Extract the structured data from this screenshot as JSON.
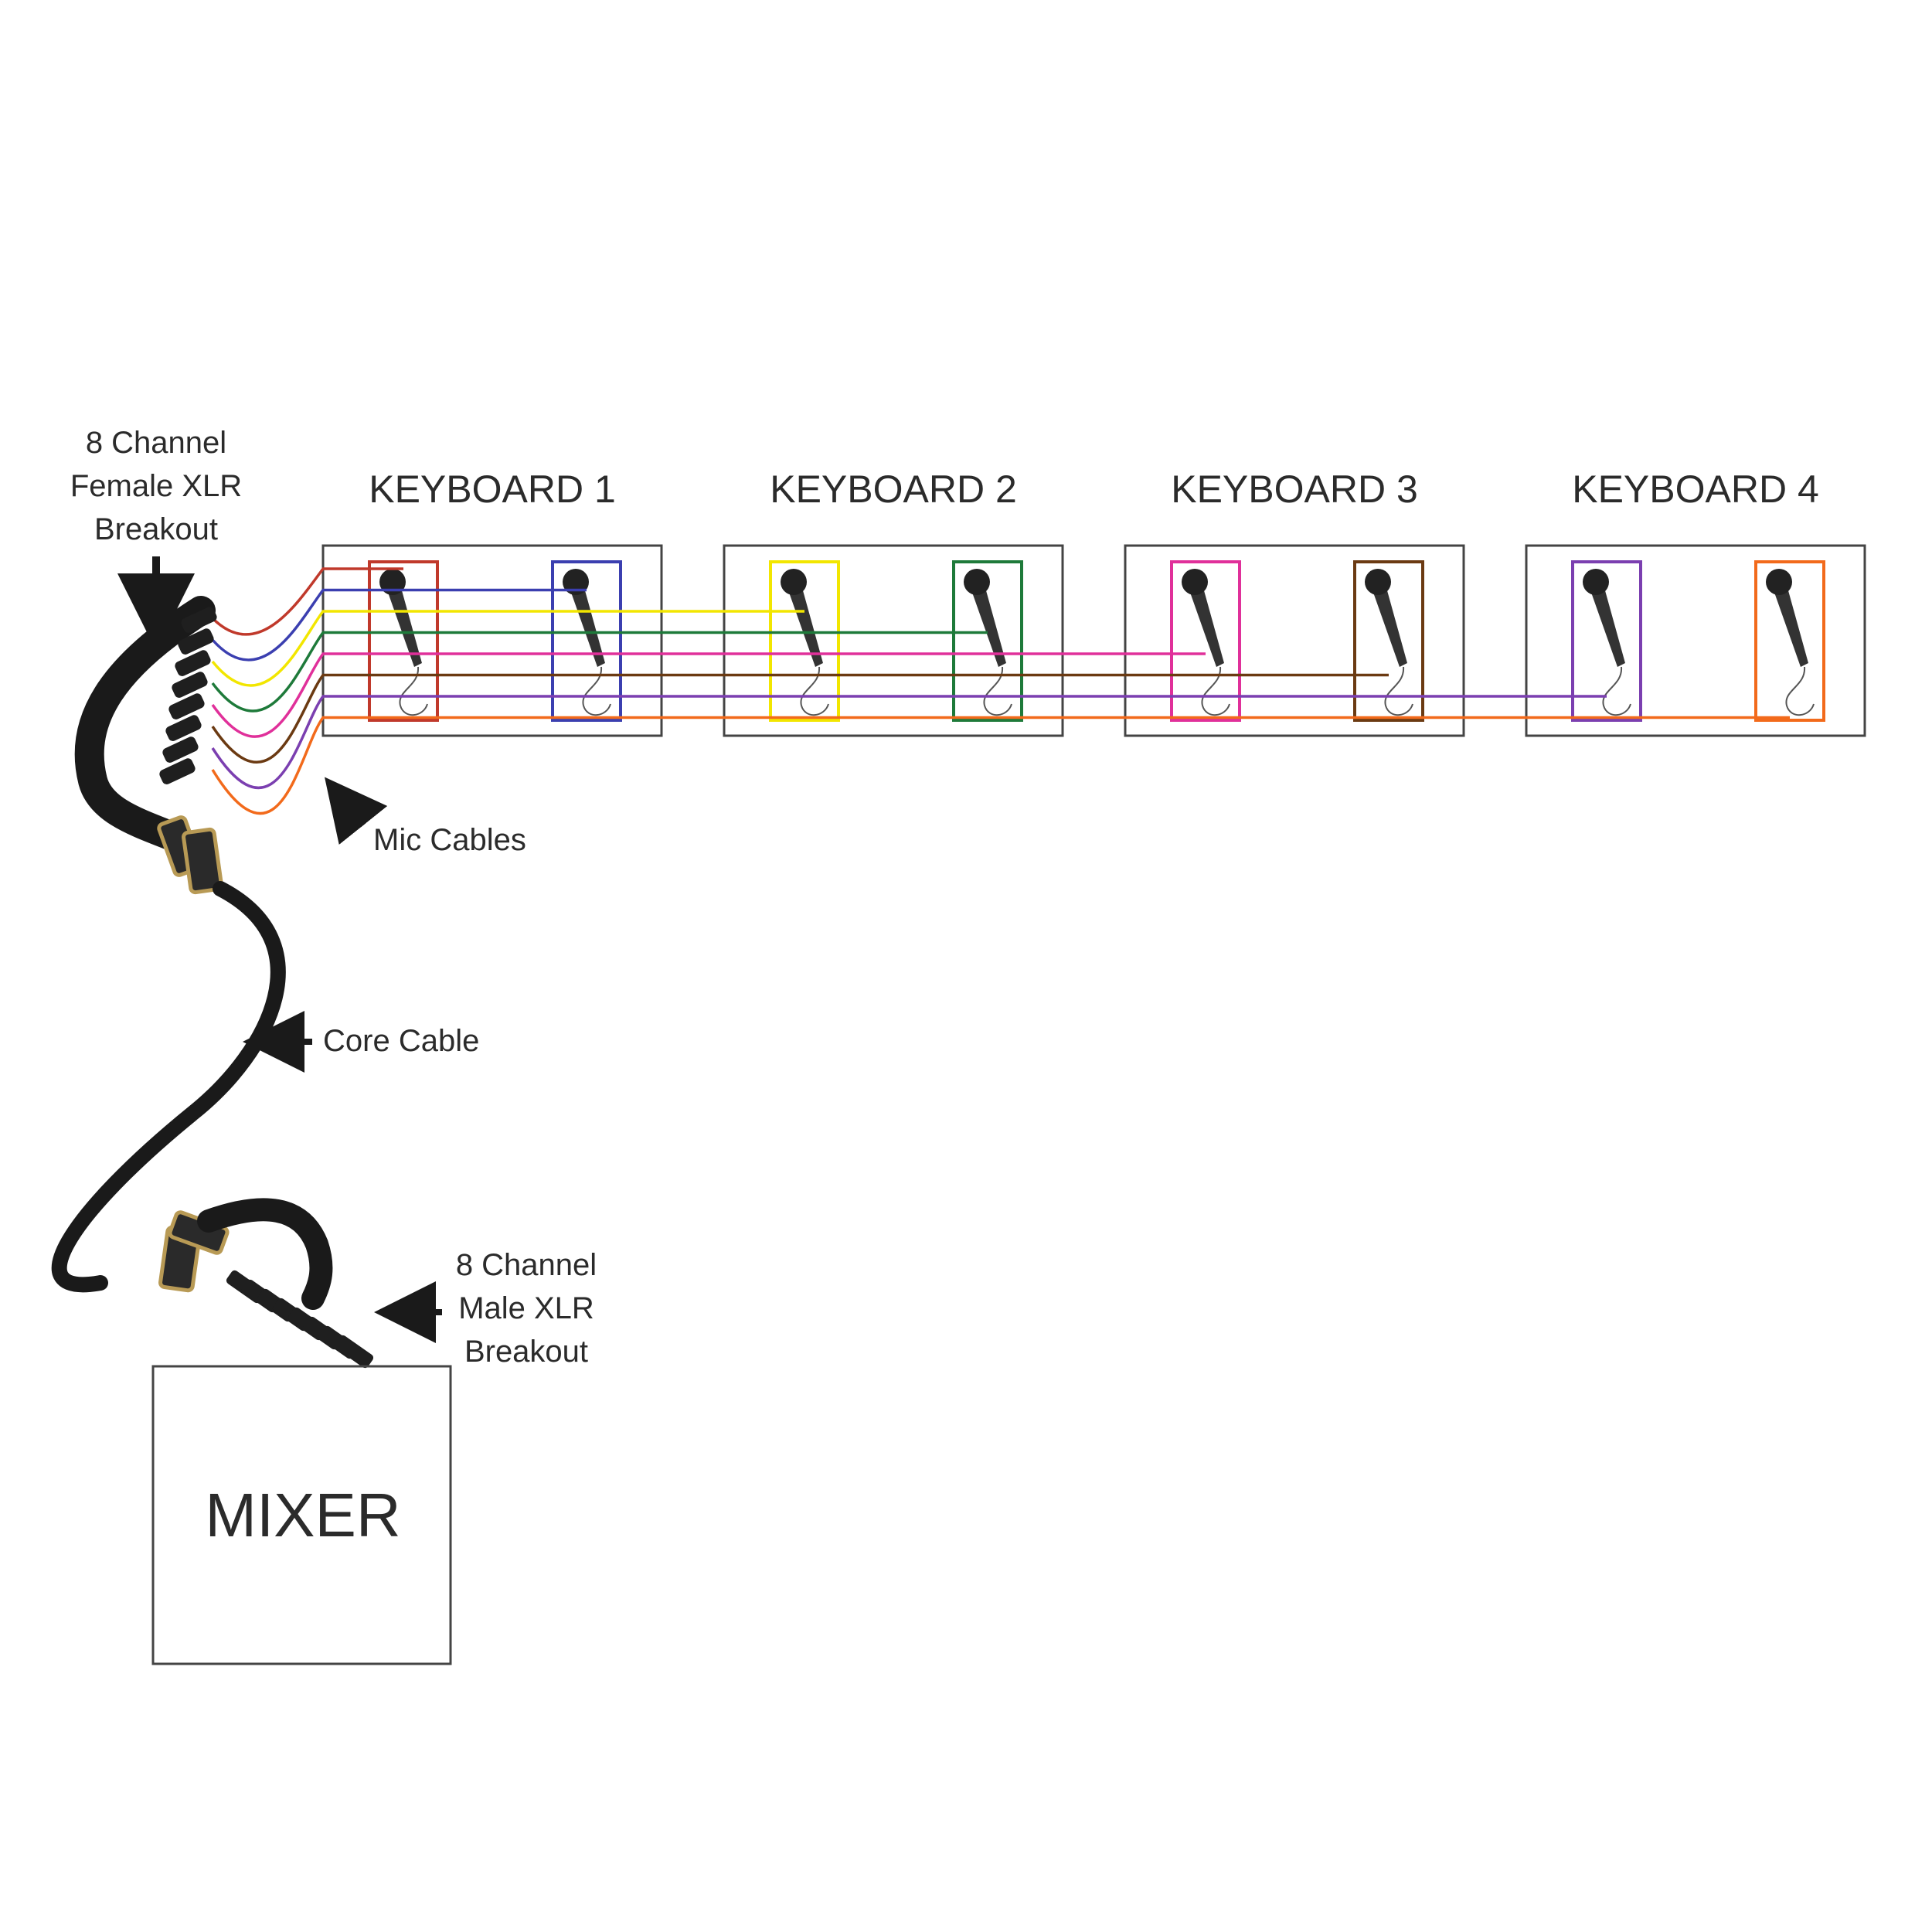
{
  "labels": {
    "female_breakout": [
      "8 Channel",
      "Female XLR",
      "Breakout"
    ],
    "male_breakout": [
      "8 Channel",
      "Male XLR",
      "Breakout"
    ],
    "mic_cables": "Mic Cables",
    "core_cable": "Core Cable",
    "mixer": "MIXER"
  },
  "keyboards": [
    {
      "title": "KEYBOARD 1"
    },
    {
      "title": "KEYBOARD 2"
    },
    {
      "title": "KEYBOARD 3"
    },
    {
      "title": "KEYBOARD 4"
    }
  ],
  "channels": [
    {
      "color": "#c0392b"
    },
    {
      "color": "#3b3fb0"
    },
    {
      "color": "#f2e600"
    },
    {
      "color": "#1e7a3a"
    },
    {
      "color": "#e0309a"
    },
    {
      "color": "#6b3a12"
    },
    {
      "color": "#7b3fb0"
    },
    {
      "color": "#f26a1b"
    }
  ],
  "colors": {
    "box": "#444444",
    "cable": "#1a1a1a",
    "connector": "#b89a55"
  },
  "icons": {
    "microphone": "microphone-icon",
    "arrow": "arrow-icon"
  }
}
